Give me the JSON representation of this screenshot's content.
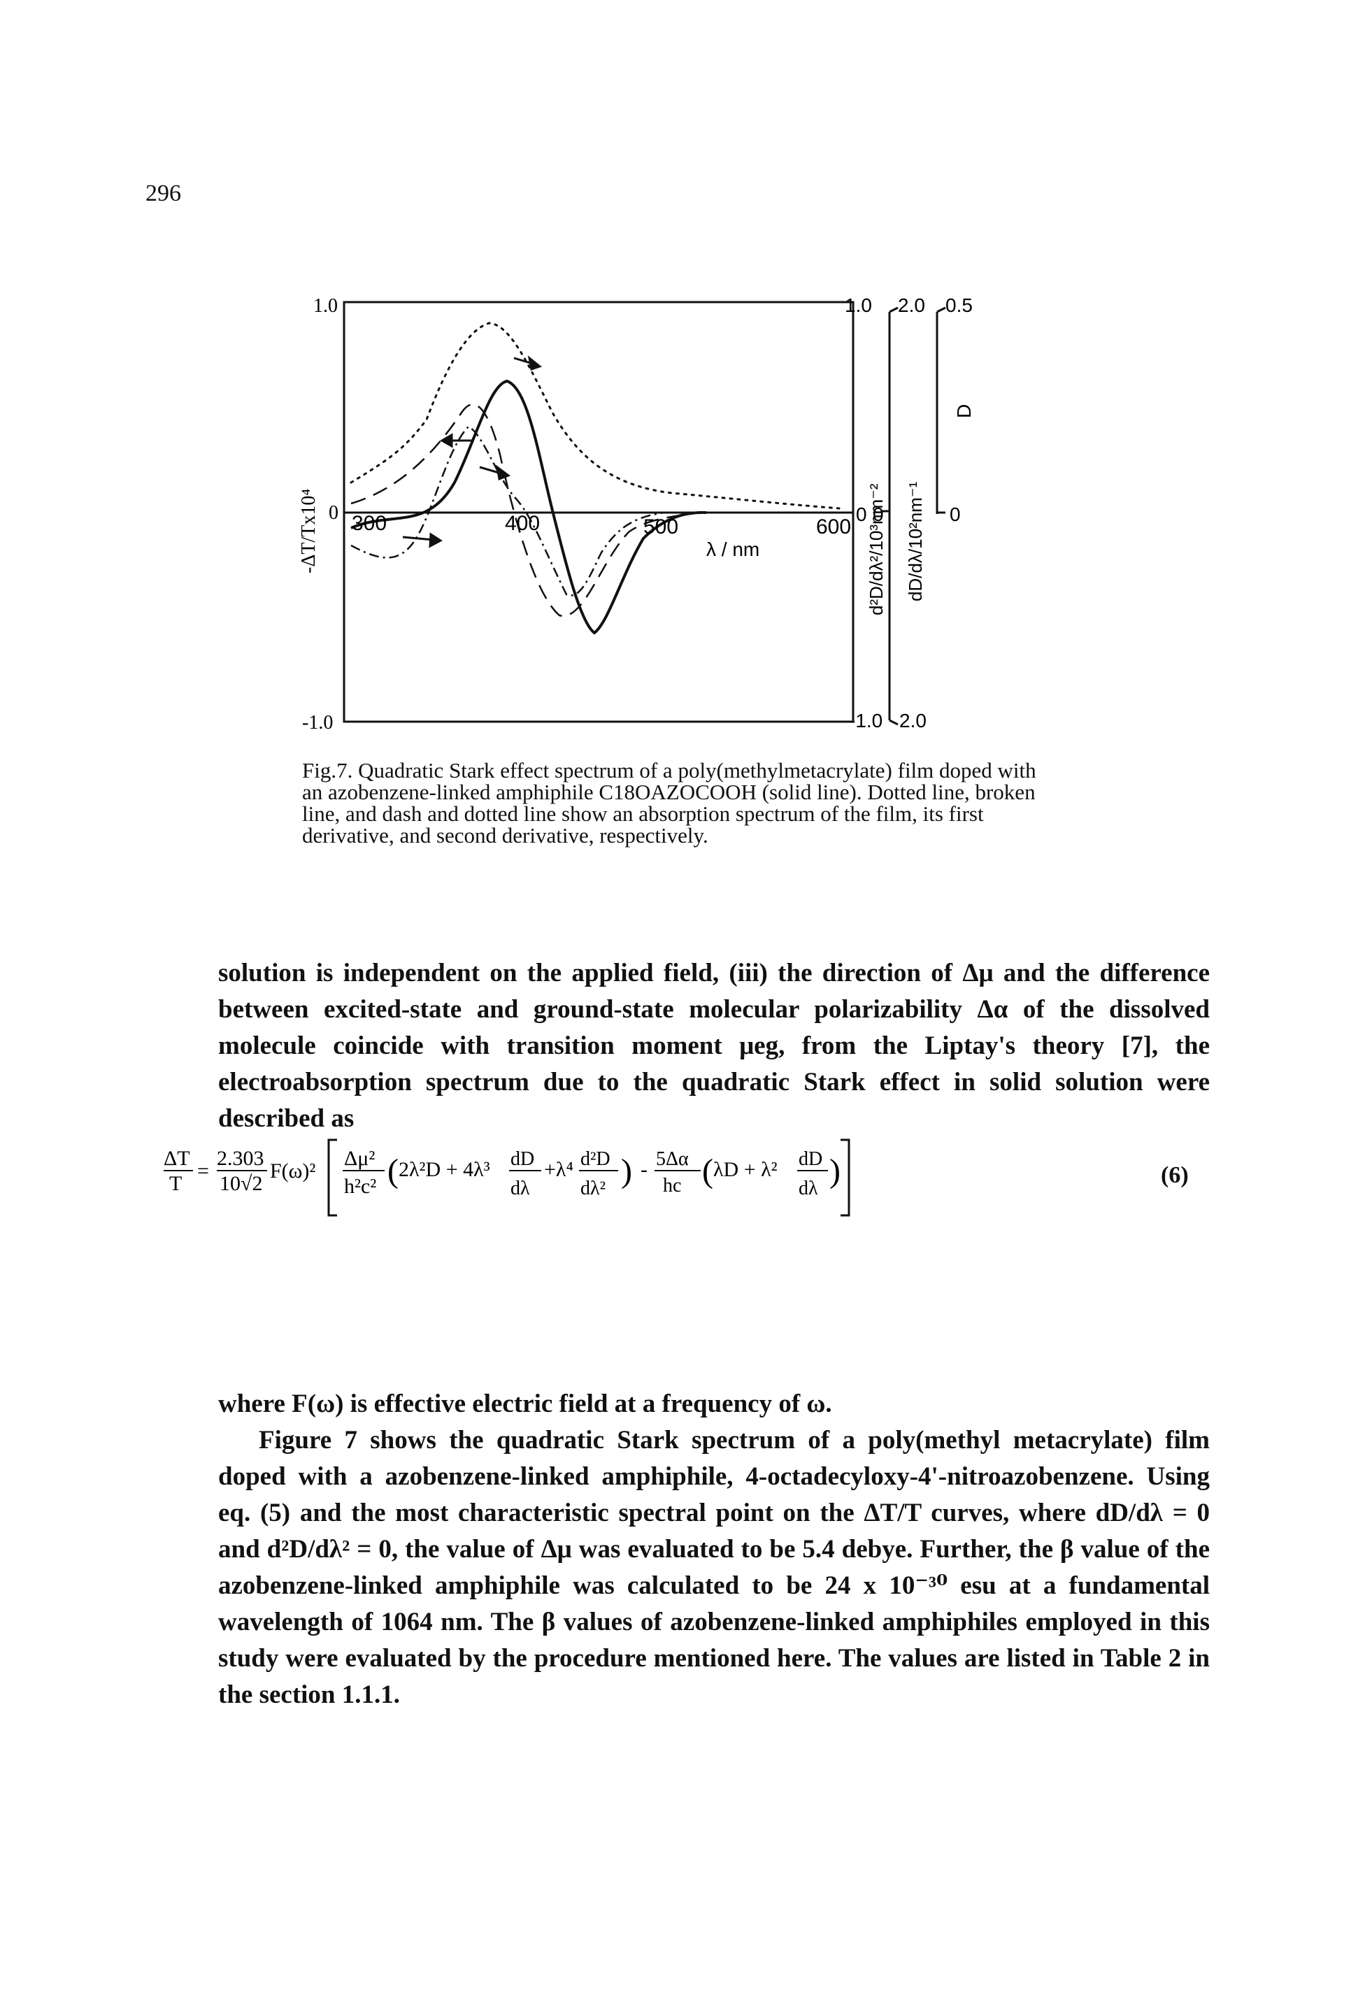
{
  "page_number": "296",
  "figure": {
    "y_axis_left_label": "-ΔT/Tx10⁴",
    "left_top": "1.0",
    "left_zero": "0",
    "left_bottom": "-1.0",
    "x_ticks": [
      "300",
      "400",
      "500",
      "600"
    ],
    "x_label": "λ / nm",
    "right1_label": "d²D/dλ²/10³nm⁻²",
    "right1_top": "1.0",
    "right1_zero": "0",
    "right1_bottom": "-1.0",
    "right2_label": "dD/dλ/10²nm⁻¹",
    "right2_top": "2.0",
    "right2_zero": "0",
    "right2_bottom": "2.0",
    "right3_label": "D",
    "right3_top": "0.5",
    "right3_zero": "0"
  },
  "caption": "Fig.7. Quadratic Stark effect spectrum of a poly(methylmetacrylate) film doped with an azobenzene-linked amphiphile C18OAZOCOOH (solid line). Dotted line, broken line, and dash and dotted line show an absorption spectrum of the film, its first derivative, and second derivative, respectively.",
  "paragraph1": "solution is independent on the applied field, (iii) the direction of Δμ and the difference between excited-state and ground-state molecular polarizability Δα of the dissolved molecule coincide with transition moment μeg, from the Liptay's theory [7], the electroabsorption spectrum due to the quadratic Stark effect in solid solution were described as",
  "equation": {
    "lhs_num": "ΔT",
    "lhs_den": "T",
    "coef_num": "2.303",
    "coef_den": "10√2",
    "field": "F(ω)²",
    "dmu_num": "Δμ²",
    "dmu_den": "h²c²",
    "term1": "2λ²D + 4λ³",
    "dD": "dD",
    "dlam": "dλ",
    "term2": "+λ⁴",
    "d2D": "d²D",
    "dlam2": "dλ²",
    "minus": "-",
    "da_num": "5Δα",
    "da_den": "hc",
    "term3": "λD + λ²",
    "dD2": "dD",
    "dlam3": "dλ",
    "number": "(6)"
  },
  "paragraph2": "where F(ω) is effective electric field at a frequency of ω.",
  "paragraph3": "Figure 7 shows the quadratic Stark spectrum of a poly(methyl metacrylate) film doped with a azobenzene-linked amphiphile, 4-octadecyloxy-4'-nitroazobenzene. Using eq. (5) and the most characteristic spectral point on the ΔT/T curves, where dD/dλ = 0 and d²D/dλ² = 0, the value of Δμ was evaluated to be 5.4 debye. Further, the β value of the azobenzene-linked amphiphile was calculated to be 24 x 10⁻³⁰ esu at a fundamental wavelength of 1064 nm. The β values of azobenzene-linked amphiphiles employed in this study were evaluated by the procedure mentioned here. The values are listed in Table 2 in the section 1.1.1."
}
